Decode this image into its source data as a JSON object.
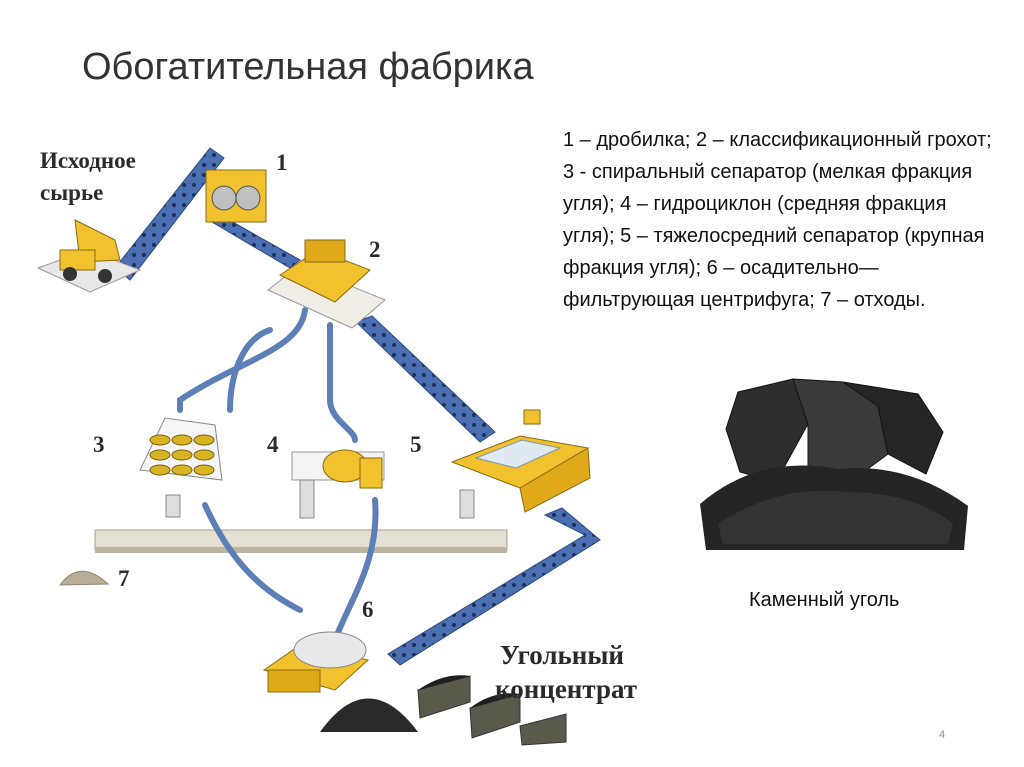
{
  "slide": {
    "title": "Обогатительная фабрика",
    "legend": "1 – дробилка; 2 – классификационный грохот; 3 -  спиральный сепаратор (мелкая фракция угля); 4 – гидроциклон (средняя фракция угля); 5 – тяжелосредний сепаратор (крупная фракция угля); 6 – осадительно—фильтрующая центрифуга; 7 – отходы.",
    "coal_caption": "Каменный уголь",
    "page_number": "4"
  },
  "diagram": {
    "input_label_line1": "Исходное",
    "input_label_line2": "сырье",
    "output_label_line1": "Угольный",
    "output_label_line2": "концентрат",
    "callouts": [
      "1",
      "2",
      "3",
      "4",
      "5",
      "6",
      "7"
    ]
  },
  "colors": {
    "conveyor": "#4a6fb3",
    "machine": "#f2c12e",
    "pipe": "#5d7fb8",
    "coal": "#2a2a2a"
  }
}
